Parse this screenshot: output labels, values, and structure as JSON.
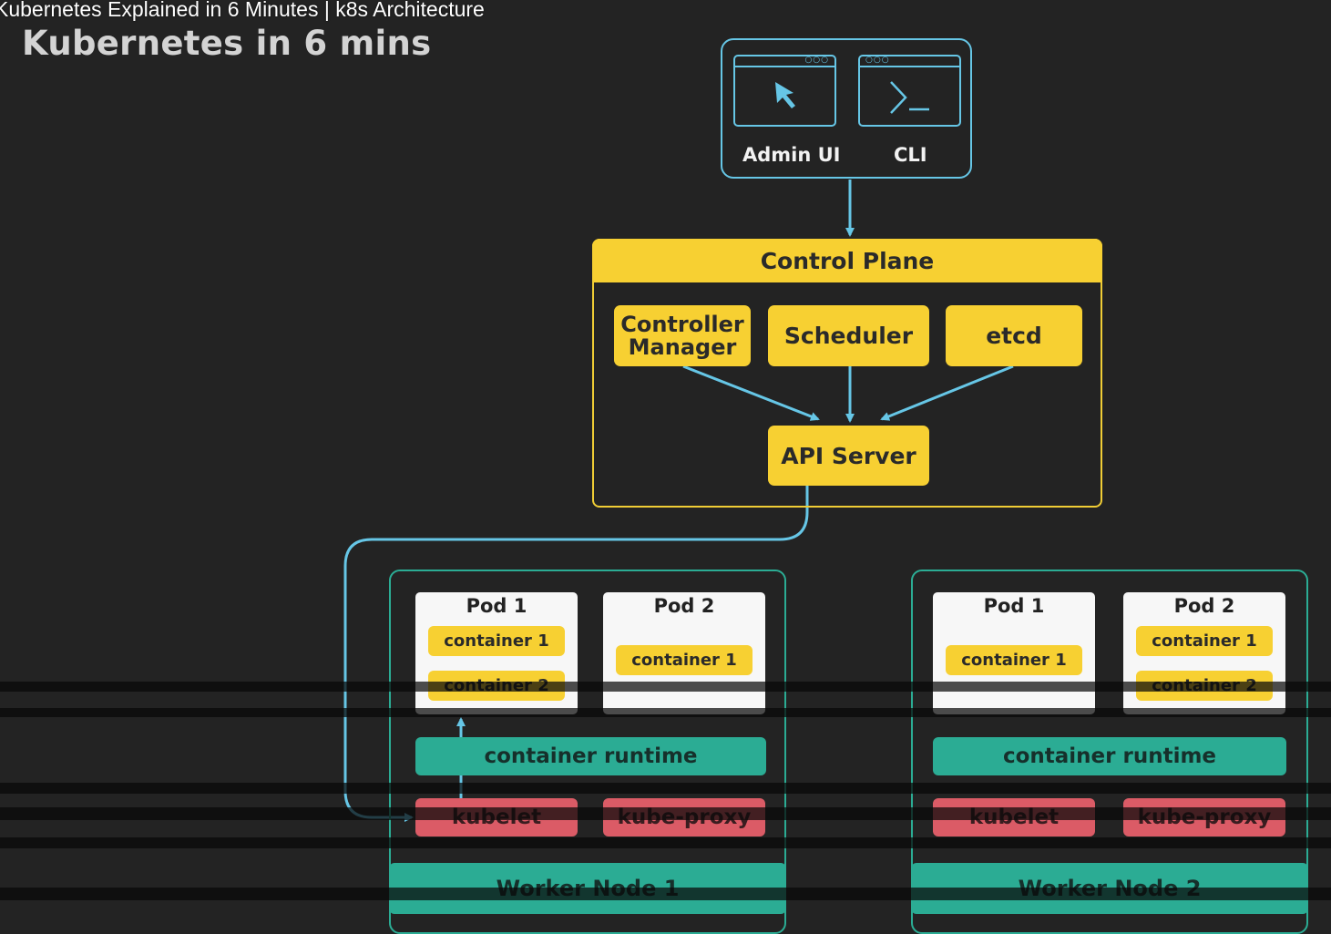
{
  "video": {
    "title": "Kubernetes Explained in 6 Minutes | k8s Architecture"
  },
  "slide": {
    "heading": "Kubernetes in 6 mins"
  },
  "clients": {
    "admin_ui": "Admin UI",
    "cli": "CLI",
    "admin_ui_icon": "cursor-arrow-icon",
    "cli_icon": "terminal-prompt-icon"
  },
  "control_plane": {
    "title": "Control Plane",
    "controller_manager": "Controller Manager",
    "scheduler": "Scheduler",
    "etcd": "etcd",
    "api_server": "API Server"
  },
  "worker_nodes": [
    {
      "label": "Worker Node 1",
      "pods": [
        {
          "title": "Pod 1",
          "containers": [
            "container 1",
            "container 2"
          ]
        },
        {
          "title": "Pod 2",
          "containers": [
            "container 1"
          ]
        }
      ],
      "runtime": "container runtime",
      "kubelet": "kubelet",
      "kube_proxy": "kube-proxy"
    },
    {
      "label": "Worker Node 2",
      "pods": [
        {
          "title": "Pod 1",
          "containers": [
            "container 1"
          ]
        },
        {
          "title": "Pod 2",
          "containers": [
            "container 1",
            "container 2"
          ]
        }
      ],
      "runtime": "container runtime",
      "kubelet": "kubelet",
      "kube_proxy": "kube-proxy"
    }
  ],
  "colors": {
    "background": "#232323",
    "control_plane_yellow": "#f7d032",
    "connector_blue": "#66c6e6",
    "node_teal": "#2bac94",
    "kubelet_red": "#db5b66",
    "pod_white": "#f7f7f7"
  }
}
